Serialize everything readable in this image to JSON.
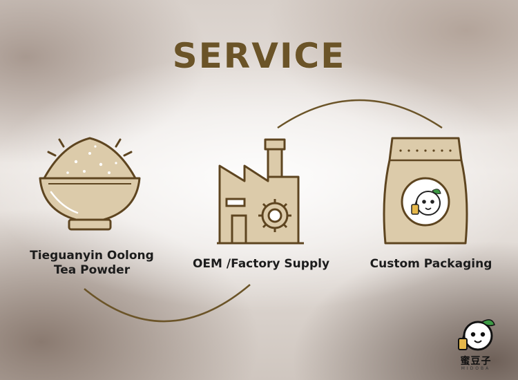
{
  "title": "SERVICE",
  "services": [
    {
      "label_line1": "Tieguanyin Oolong",
      "label_line2": "Tea Powder",
      "icon": "tea-powder-bowl-icon"
    },
    {
      "label": "OEM /Factory Supply",
      "icon": "factory-icon"
    },
    {
      "label": "Custom Packaging",
      "icon": "packaging-bag-icon"
    }
  ],
  "brand": {
    "name_cn": "蜜豆子",
    "name_en": "MIDOBA"
  },
  "colors": {
    "accent": "#6b5428",
    "icon_fill": "#dccbaa",
    "icon_stroke": "#5e4520",
    "arc": "#6b5428"
  }
}
